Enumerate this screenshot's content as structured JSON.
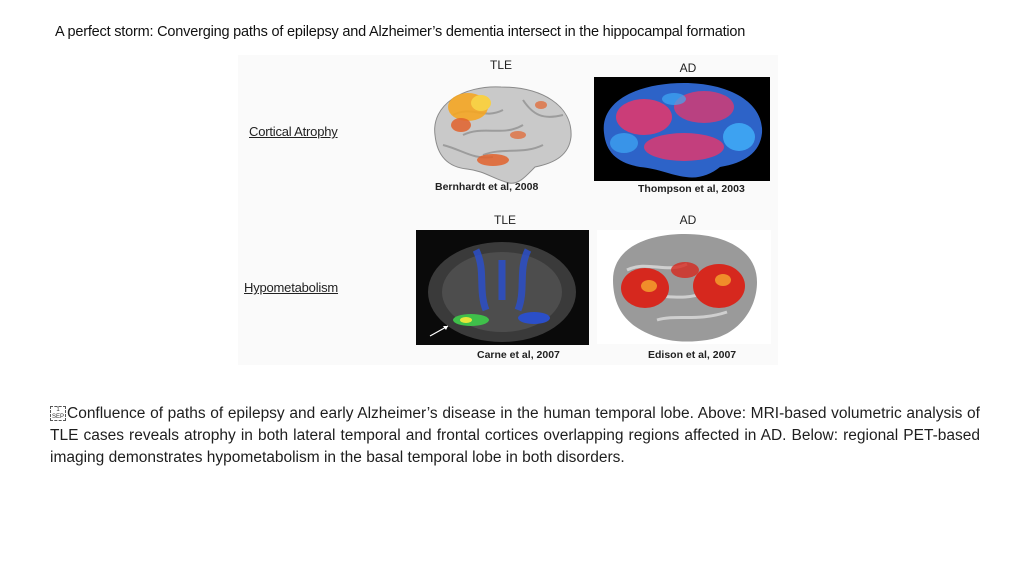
{
  "title": "A perfect storm: Converging paths of epilepsy and Alzheimer’s dementia intersect in the hippocampal formation",
  "figure": {
    "row_labels": {
      "cortical": "Cortical Atrophy",
      "hypo": "Hypometabolism"
    },
    "columns": {
      "top_left": "TLE",
      "top_right": "AD",
      "bottom_left": "TLE",
      "bottom_right": "AD"
    },
    "citations": {
      "top_left": "Bernhardt et al, 2008",
      "top_right": "Thompson et al, 2003",
      "bottom_left": "Carne et al, 2007",
      "bottom_right": "Edison et al, 2007"
    }
  },
  "caption": {
    "glyph": "1 SEP",
    "text": "Confluence of paths of epilepsy and early Alzheimer’s disease in the human temporal lobe. Above: MRI-based volumetric analysis of TLE cases reveals atrophy in both lateral temporal and frontal cortices overlapping regions affected in AD. Below: regional PET-based imaging demonstrates hypometabolism in the basal temporal lobe in both disorders."
  }
}
